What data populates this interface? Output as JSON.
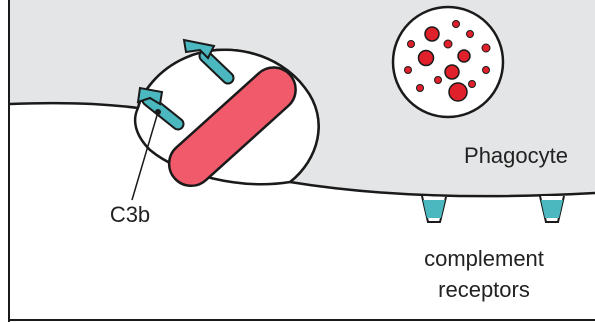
{
  "labels": {
    "cell": "Phagocyte",
    "opsonin": "C3b",
    "receptors_line1": "complement",
    "receptors_line2": "receptors"
  },
  "colors": {
    "cytoplasm": "#e4e5e6",
    "outline": "#1a1a1a",
    "bacterium": "#f05a6a",
    "receptor": "#4bb8c0",
    "granule": "#e0202a"
  }
}
